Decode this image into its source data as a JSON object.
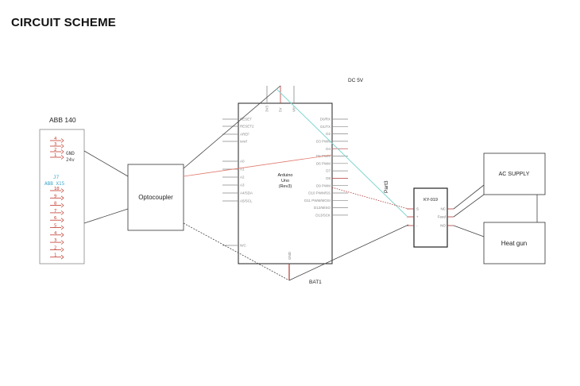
{
  "page": {
    "title": "CIRCUIT SCHEME"
  },
  "abb": {
    "title": "ABB 140",
    "top_pins": [
      "4",
      "3",
      "2",
      "1"
    ],
    "gnd_label": "GND",
    "v24_label": "24v",
    "ref": "J7",
    "subtitle": "ABB X15",
    "bottom_pins": [
      "10",
      "9",
      "8",
      "7",
      "6",
      "5",
      "4",
      "3",
      "2",
      "1"
    ]
  },
  "optocoupler": {
    "label": "Optocoupler"
  },
  "arduino": {
    "name_line1": "Arduino",
    "name_line2": "Uno",
    "name_line3": "(Rev3)",
    "left_pins": [
      "RESET",
      "RESET2",
      "AREF",
      "ioref",
      "A0",
      "A1",
      "A2",
      "A3",
      "A4/SDA",
      "A5/SCL",
      "N/C"
    ],
    "right_pins": [
      "D0/RX",
      "D1/TX",
      "D2",
      "D3 PWM",
      "D4",
      "D5 PWM",
      "D6 PWM",
      "D7",
      "D8",
      "D9 PWM",
      "D10 PWM/SS",
      "D11 PWM/MOSI",
      "D12/MISO",
      "D13/SCK"
    ],
    "top_pins": [
      "3V3",
      "5V",
      "VIN"
    ],
    "bottom_pin": "GND"
  },
  "labels": {
    "dc5v": "DC 5V",
    "bat1": "BAT1",
    "part3": "Part3"
  },
  "relay": {
    "title": "KY-019",
    "left_pins": [
      "S",
      "+",
      "-"
    ],
    "right_pins": [
      "NC",
      "Feed",
      "NO"
    ]
  },
  "ac_supply": {
    "label": "AC SUPPLY"
  },
  "heat_gun": {
    "label": "Heat gun"
  },
  "colors": {
    "pin_red": "#b33a3a",
    "wire_red": "#e07a6e",
    "wire_cyan": "#7fd6d0",
    "abb_pin": "#c0392b",
    "abb_blue": "#3fa7c9",
    "wire_dark": "#333333"
  }
}
